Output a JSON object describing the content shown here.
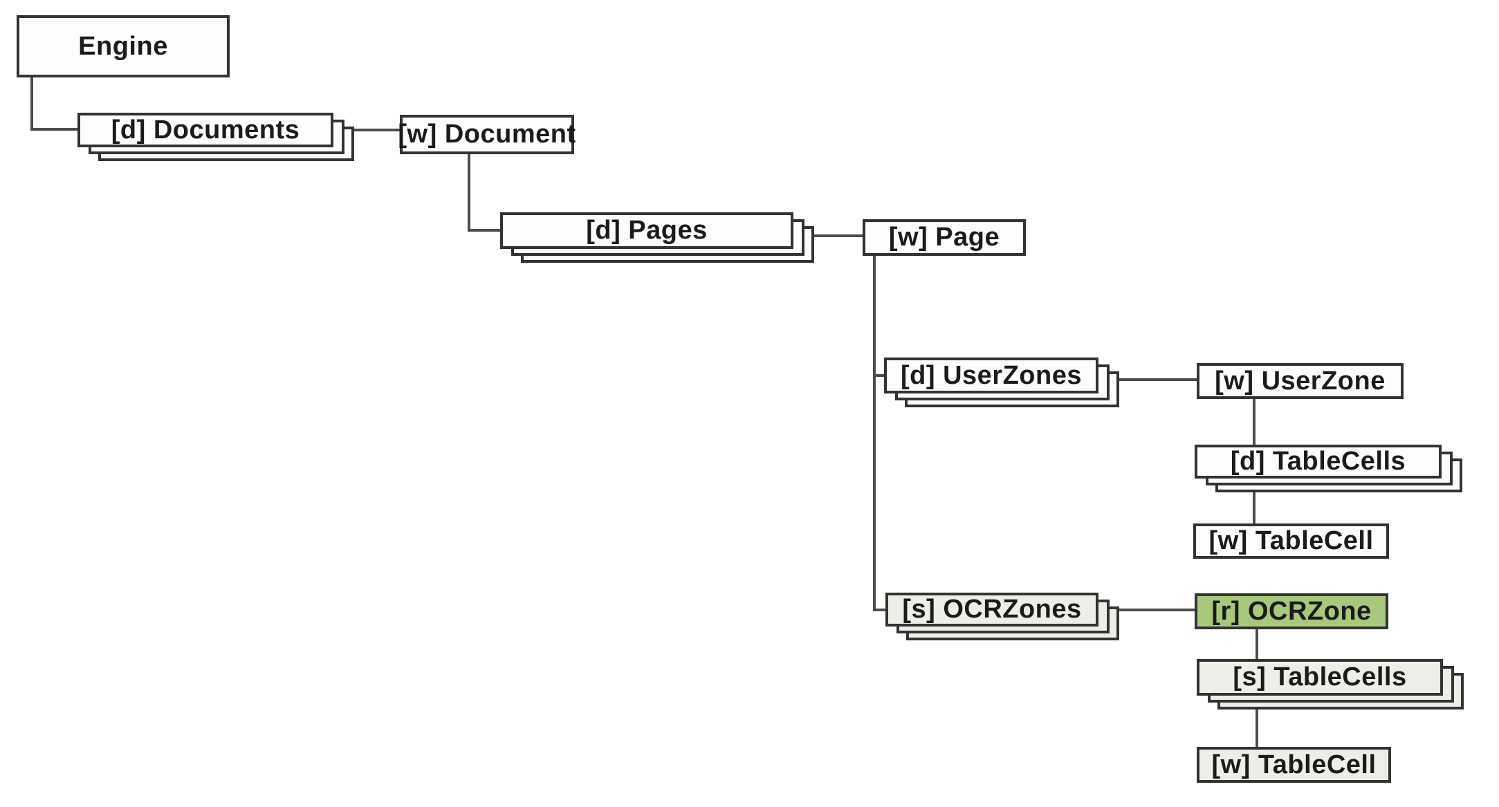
{
  "diagram": {
    "type": "object-hierarchy-tree",
    "colors": {
      "background": "#ffffff",
      "box_border": "#333333",
      "connector_line": "#4d4d4d",
      "text": "#1b1b1b",
      "fill_default": "#fdfdfd",
      "fill_shaded": "#efede8",
      "fill_highlight_green": "#a8c87d"
    },
    "nodes": {
      "engine": {
        "label": "Engine",
        "kind": "object"
      },
      "documents": {
        "label": "[d] Documents",
        "kind": "collection"
      },
      "document": {
        "label": "[w] Document",
        "kind": "object"
      },
      "pages": {
        "label": "[d] Pages",
        "kind": "collection"
      },
      "page": {
        "label": "[w] Page",
        "kind": "object"
      },
      "userzones": {
        "label": "[d] UserZones",
        "kind": "collection"
      },
      "userzone": {
        "label": "[w] UserZone",
        "kind": "object"
      },
      "tablecells_d": {
        "label": "[d] TableCells",
        "kind": "collection"
      },
      "tablecell_w1": {
        "label": "[w] TableCell",
        "kind": "object"
      },
      "ocrzones": {
        "label": "[s] OCRZones",
        "kind": "collection",
        "shaded": true
      },
      "ocrzone": {
        "label": "[r] OCRZone",
        "kind": "object",
        "highlighted": true
      },
      "tablecells_s": {
        "label": "[s] TableCells",
        "kind": "collection",
        "shaded": true
      },
      "tablecell_w2": {
        "label": "[w] TableCell",
        "kind": "object",
        "shaded": true
      }
    },
    "hierarchy": [
      "Engine > [d] Documents > [w] Document > [d] Pages > [w] Page",
      "[w] Page > [d] UserZones > [w] UserZone > [d] TableCells > [w] TableCell",
      "[w] Page > [s] OCRZones > [r] OCRZone > [s] TableCells > [w] TableCell"
    ]
  }
}
